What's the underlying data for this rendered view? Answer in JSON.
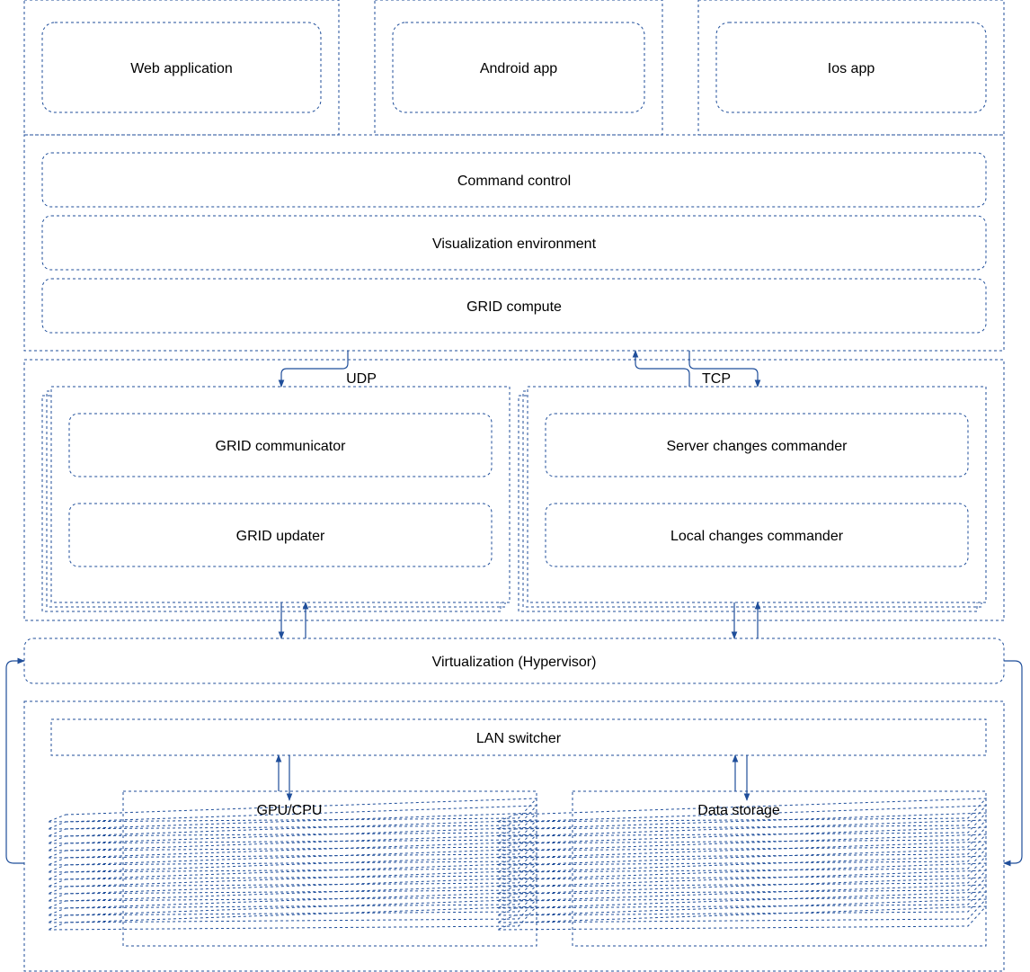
{
  "diagram": {
    "clients": {
      "web": "Web application",
      "android": "Android app",
      "ios": "Ios app"
    },
    "server": {
      "command_control": "Command control",
      "visualization_environment": "Visualization environment",
      "grid_compute": "GRID compute"
    },
    "protocols": {
      "udp": "UDP",
      "tcp": "TCP"
    },
    "nodes": {
      "grid_communicator": "GRID communicator",
      "grid_updater": "GRID updater",
      "server_changes_commander": "Server changes commander",
      "local_changes_commander": "Local changes commander"
    },
    "hypervisor": "Virtualization (Hypervisor)",
    "infrastructure": {
      "lan_switcher": "LAN switcher",
      "gpu_cpu": "GPU/CPU",
      "data_storage": "Data storage"
    },
    "colors": {
      "border": "#1f4e9a",
      "arrow": "#1f4e9a",
      "text": "#000000"
    }
  }
}
